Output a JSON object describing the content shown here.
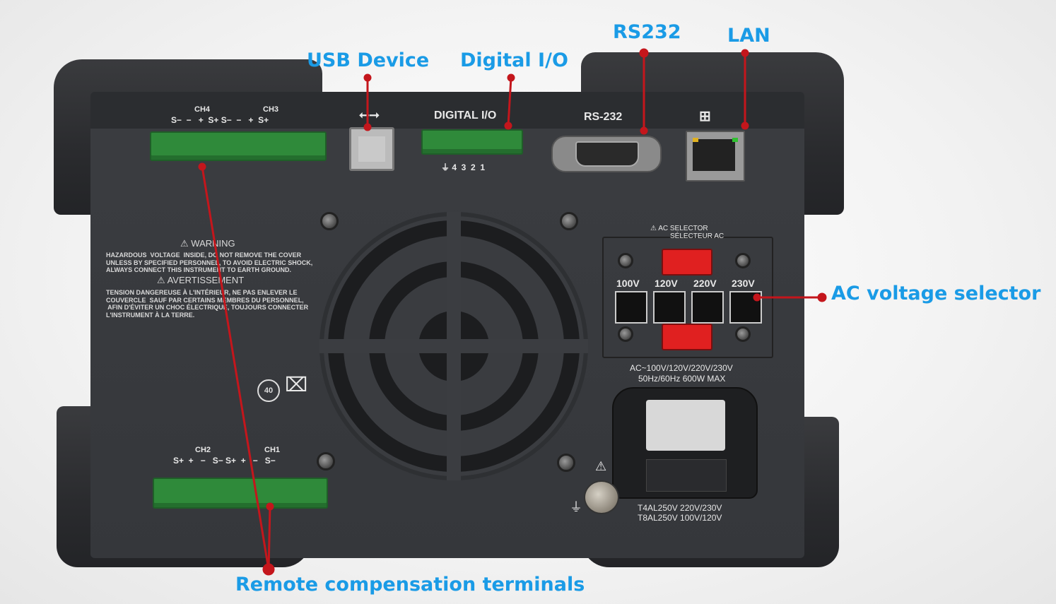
{
  "callouts": {
    "usb_device": "USB Device",
    "digital_io": "Digital I/O",
    "rs232": "RS232",
    "lan": "LAN",
    "ac_voltage_selector": "AC voltage selector",
    "remote_compensation": "Remote compensation terminals"
  },
  "silkscreen": {
    "ch4": "CH4",
    "ch3": "CH3",
    "ch2": "CH2",
    "ch1": "CH1",
    "top_pins": "S−  −   +  S+ S−  −   +  S+",
    "bottom_pins": "S+  +   −   S− S+  +   −   S−",
    "digital_io": "DIGITAL I/O",
    "digital_pins": "⏚ 4  3  2  1",
    "rs232": "RS-232",
    "ac_selector": "AC SELECTOR",
    "selecteur_ac": "SÉLECTEUR AC",
    "v100": "100V",
    "v120": "120V",
    "v220": "220V",
    "v230": "230V",
    "ac_rating": "AC~100V/120V/220V/230V",
    "ac_freq": "50Hz/60Hz 600W MAX",
    "fuse1": "T4AL250V  220V/230V",
    "fuse2": "T8AL250V  100V/120V",
    "warning_title": "WARNING",
    "warning_text": "HAZARDOUS  VOLTAGE  INSIDE, DO NOT REMOVE THE COVER\nUNLESS BY SPECIFIED PERSONNEL, TO AVOID ELECTRIC SHOCK,\nALWAYS CONNECT THIS INSTRUMENT TO EARTH GROUND.",
    "avert_title": "AVERTISSEMENT",
    "avert_text": "TENSION DANGEREUSE À L'INTÉRIEUR, NE PAS ENLEVER LE\nCOUVERCLE  SAUF PAR CERTAINS MEMBRES DU PERSONNEL,\n AFIN D'ÉVITER UN CHOC ÉLECTRIQUE, TOUJOURS CONNECTER\nL'INSTRUMENT À LA TERRE.",
    "epa": "40"
  },
  "colors": {
    "callout": "#1a9be6",
    "leader": "#c4161c"
  }
}
